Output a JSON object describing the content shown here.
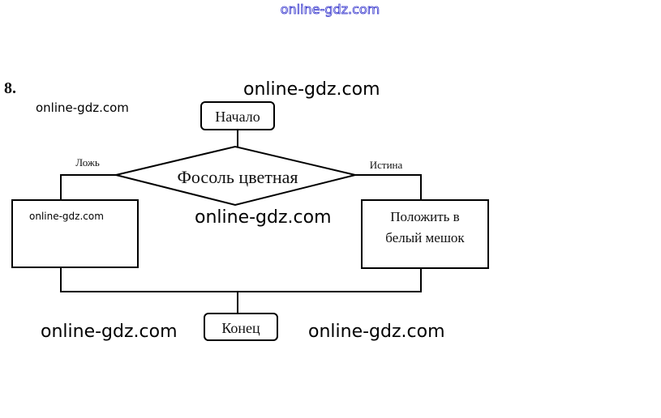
{
  "header_watermark": "online-gdz.com",
  "problem_number": "8.",
  "flowchart": {
    "start": "Начало",
    "decision": "Фосоль цветная",
    "false_label": "Ложь",
    "true_label": "Истина",
    "false_action": "",
    "true_action_line1": "Положить в",
    "true_action_line2": "белый мешок",
    "end": "Конец"
  },
  "watermarks": [
    "online-gdz.com",
    "online-gdz.com",
    "online-gdz.com",
    "online-gdz.com",
    "online-gdz.com",
    "online-gdz.com"
  ],
  "colors": {
    "header_watermark": "#3333cc"
  }
}
